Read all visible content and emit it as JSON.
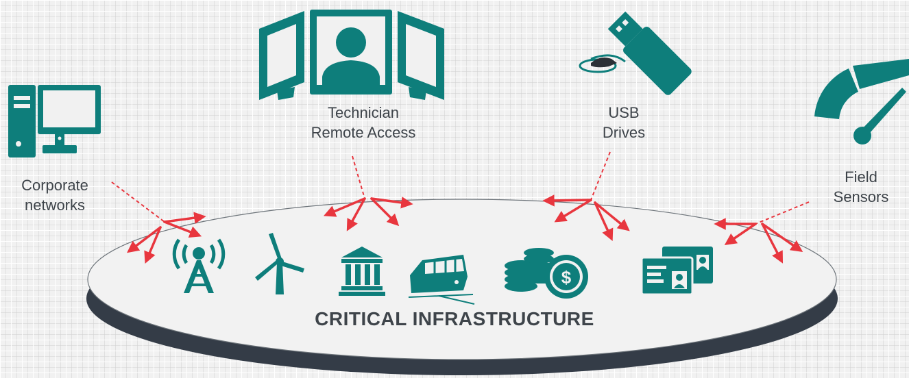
{
  "title": "CRITICAL INFRASTRUCTURE",
  "sources": {
    "corporate": {
      "line1": "Corporate",
      "line2": "networks",
      "icon": "desktop-computer-icon"
    },
    "technician": {
      "line1": "Technician",
      "line2": "Remote Access",
      "icon": "technician-monitors-icon"
    },
    "usb": {
      "line1": "USB",
      "line2": "Drives",
      "icon": "usb-drive-icon"
    },
    "field": {
      "line1": "Field",
      "line2": "Sensors",
      "icon": "gauge-icon"
    }
  },
  "infrastructure_icons": [
    "radio-tower-icon",
    "wind-turbine-icon",
    "bank-icon",
    "train-icon",
    "coins-icon",
    "id-cards-icon"
  ],
  "colors": {
    "icon": "#0e7e7b",
    "arrow": "#e8363e",
    "disc": "#343c47",
    "text": "#3d4349"
  }
}
